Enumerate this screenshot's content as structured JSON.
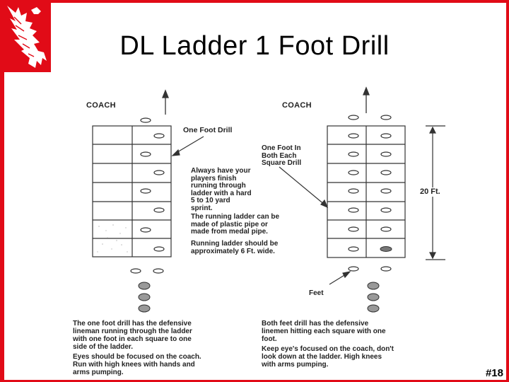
{
  "slide": {
    "title": "DL Ladder 1 Foot Drill",
    "number": "#18",
    "brand_color": "#e10b17",
    "logo_icon": "eagle-logo-icon"
  },
  "left_diagram": {
    "coach_label": "COACH",
    "callout": "One Foot Drill",
    "notes": [
      "Always have your",
      "players finish",
      "running through",
      "ladder with a hard",
      "5 to 10 yard",
      "sprint."
    ],
    "notes_material": [
      "The running ladder can be",
      "made of plastic pipe or",
      "made from medal pipe."
    ],
    "notes_width": [
      "Running ladder should be",
      "approximately 6 Ft. wide."
    ],
    "caption": [
      "The one foot drill has the defensive",
      "lineman running through the ladder",
      "with one foot in each square to one",
      "side of the ladder."
    ],
    "caption_focus": [
      "Eyes should be focused on the coach.",
      "Run with high knees with hands and",
      "arms pumping."
    ]
  },
  "right_diagram": {
    "coach_label": "COACH",
    "callout": [
      "One Foot In",
      "Both Each",
      "Square Drill"
    ],
    "dimension": "20 Ft.",
    "feet_label": "Feet",
    "caption": [
      "Both feet drill has the defensive",
      "linemen hitting each square with one",
      "foot."
    ],
    "caption_focus": [
      "Keep eye's focused on the coach, don't",
      "look down at the ladder.  High knees",
      "with arms pumping."
    ]
  }
}
